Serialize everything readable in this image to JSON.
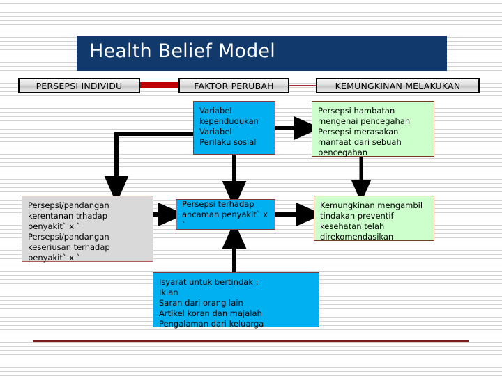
{
  "slide": {
    "title": "Health Belief Model",
    "title_bg_color": "#12396B",
    "background": "white-with-horizontal-rules",
    "bottom_rule_color": "#7B1B1B"
  },
  "column_headers": [
    {
      "id": "persepsi-individu",
      "label": "PERSEPSI INDIVIDU"
    },
    {
      "id": "faktor-perubah",
      "label": "FAKTOR PERUBAH"
    },
    {
      "id": "kemungkinan-melakukan",
      "label": "KEMUNGKINAN MELAKUKAN"
    }
  ],
  "connectors_header": {
    "red_stub_color": "#C00000",
    "thin_line_color": "#9E3131"
  },
  "boxes": {
    "variabel": {
      "text": "Variabel\nkependudukan\nVariabel\nPerilaku sosial",
      "color": "#00B0F0"
    },
    "hambatan": {
      "text": "Persepsi hambatan\nmengenai pencegahan\nPersepsi  merasakan\nmanfaat dari sebuah\npencegahan",
      "color": "#CCFFCC"
    },
    "persepsi_kiri": {
      "text": "Persepsi/pandangan\nkerentanan trhadap\npenyakit` x `\nPersepsi/pandangan\nkeseriusan terhadap\npenyakit` x `",
      "color": "#D9D9D9"
    },
    "ancaman": {
      "text": "Persepsi terhadap ancaman penyakit` x `",
      "color": "#00B0F0"
    },
    "kemungkinan": {
      "text": "Kemungkinan mengambil\ntindakan preventif\nkesehatan telah\ndirekomendasikan",
      "color": "#CCFFCC"
    },
    "isyarat": {
      "text": "Isyarat untuk bertindak :\n   Iklan\n   Saran dari orang lain\n   Artikel koran dan majalah\n   Pengalaman dari keluarga",
      "color": "#00B0F0"
    }
  },
  "arrows": [
    {
      "id": "variabel-to-persepsi-kiri",
      "from": "variabel",
      "to": "persepsi_kiri",
      "shape": "elbow-left-down"
    },
    {
      "id": "variabel-to-hambatan",
      "from": "variabel",
      "to": "hambatan",
      "shape": "horizontal-right"
    },
    {
      "id": "variabel-to-ancaman",
      "from": "variabel",
      "to": "ancaman",
      "shape": "vertical-down"
    },
    {
      "id": "hambatan-to-kemungkinan",
      "from": "hambatan",
      "to": "kemungkinan",
      "shape": "vertical-down"
    },
    {
      "id": "persepsi-kiri-to-ancaman",
      "from": "persepsi_kiri",
      "to": "ancaman",
      "shape": "horizontal-right"
    },
    {
      "id": "ancaman-to-kemungkinan",
      "from": "ancaman",
      "to": "kemungkinan",
      "shape": "horizontal-right"
    },
    {
      "id": "isyarat-to-ancaman",
      "from": "isyarat",
      "to": "ancaman",
      "shape": "vertical-up"
    }
  ]
}
